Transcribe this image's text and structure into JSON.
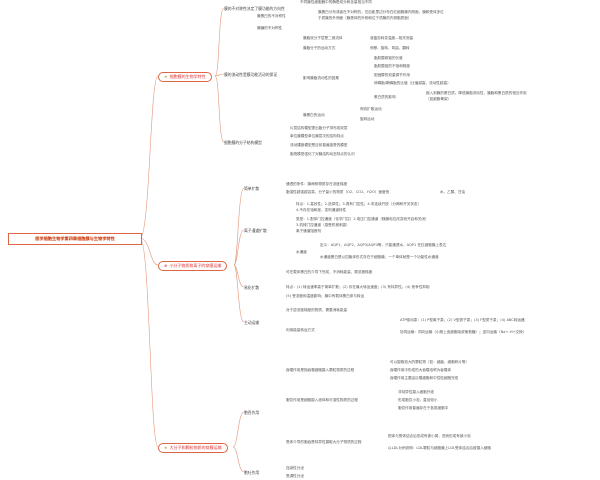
{
  "main_title": "医学细胞生物学第四章细胞膜与生物学特性",
  "categories": [
    {
      "marker": "star",
      "label": "细胞膜的生物学特性"
    },
    {
      "marker": "circle",
      "label": "小分子物质和离子的穿膜运输"
    },
    {
      "marker": "star",
      "label": "大分子和颗粒物质的穿膜运输"
    }
  ],
  "c1": {
    "a_label": "膜的不对称性决定了膜功能的方向性",
    "a_top": "不同膜性细胞器中的酶是成分和含量相当不同",
    "a_sub": "膜蛋白的不对称性",
    "a_sub_items": [
      "膜蛋白分布或者在不对称的，在血影里边分布在红细胞膜内侧面，膜和受体多位",
      "于质膜的外侧面（膜受体的外侧和位于质膜的内侧胞质面）"
    ],
    "a_last": "膜糖的不对称性",
    "b_label": "膜的流动性是膜功能活动的保证",
    "b_items": [
      "膜脂双分子层是二维流体",
      "膜脂分子的运动方式"
    ],
    "b_items_r": [
      "液晶态转变温度—相关测量",
      "侧移、旋转、弯曲、翻转"
    ],
    "b_factor": "影响膜脂流动性的因素",
    "b_factor_items": [
      "脂肪酸碳链的长度",
      "脂肪酸链的不饱和程度",
      "胆固醇的双重调节作用",
      "卵磷脂/鞘磷脂的比值（比值越高，流动性越高）"
    ],
    "b_protein": "膜蛋白的运动",
    "b_protein_items": [
      "侧向扩散运动",
      "旋转运动"
    ],
    "b_protein_note": "蛋白质的影响",
    "b_protein_note_txt": [
      "嵌入到膜的蛋白质，降低膜脂流动性，膜脂和蛋白质的相互作用",
      "（如细胞骨架）"
    ],
    "c_label": "细胞膜的分子结构模型",
    "c_items": [
      "片层结构模型提出脂分子排布成双层",
      "单位膜模型单位膜层次的结构特点",
      "流动镶嵌模型是目前普遍接受的模型",
      "脂筏模型强化了对膜结构动态特点的认识"
    ]
  },
  "c2": {
    "sd_label": "简单扩散",
    "sd_items": [
      "通透的条件：膜两侧物质存在浓度梯度",
      "脂溶性越强越容易，分子量小的物质（O2、CO2、H2O）速度快"
    ],
    "sd_right": "水、乙醇、甘油",
    "ch_label": "离子通道扩散",
    "ch_items": [
      "特点：1.高效性；2.选择性；3.具有门控性；4.非连续开放（分两种开关状态）",
      "4.不存在饱和度，变构通道特性"
    ],
    "ch_types": [
      "类型：1.配体门控通道（化学门控）2.电压门控通道（随膜电位改变而开启和关闭）",
      "3.机械门控通道（感受机械刺激）",
      "离子通道阻断剂"
    ],
    "water": "水通道",
    "water_items": [
      "定义：AQP1、AQP2、AQP3/AQP4等，只能通透水，AQP1 在红细胞膜上表达",
      "水通道蛋白是以四聚体形式存在于细胞膜，一个单体就是一个功能性水通道"
    ],
    "fd_label": "易化扩散",
    "fd_items": [
      "可在载体蛋白的介导下完成，不消耗能量，顺浓度梯度",
      "特点：(1) 转运速率高于简单扩散；(2) 存在最大转运速度；(3) 有特异性；(4) 竞争性抑制",
      "(5) 受浓度和温度影响；膜中有载体蛋白参与转运"
    ],
    "at_label": "主动运输",
    "at_items": [
      "对于逆浓度梯度的物质，需要消耗能量",
      "利用能量转运方式"
    ],
    "at_sub": [
      "ATP驱动泵：(1) P型离子泵；(2) V型质子泵；(3) F型质子泵；(4) ABC转运器",
      "协同运输：同向运输（小肠上皮细胞吸收葡萄糖）；逆向运输（Na+-H+交换）"
    ]
  },
  "c3": {
    "en_label": "胞吞作用",
    "en_a": "吞噬作用是指吞噬细胞摄入颗粒物质的过程",
    "en_a_items": [
      "可以摄取较大的颗粒物（如：细菌、细胞碎片等）",
      "吞噬作用中形成的大吞噬泡称为吞噬体",
      "吞噬作用主要由巨噬细胞和中性粒细胞完成"
    ],
    "en_b": "胞饮作用是细胞摄入液体和可溶性物质的过程",
    "en_b_items": [
      "非特异性摄入细胞外液",
      "形成胞饮小泡，直径较小",
      "胞饮作用普遍存在于各类细胞中"
    ],
    "en_c": "受体介导的胞吞是特异性摄取大分子物质的过程",
    "en_c_items": [
      "配体与受体结合后形成有被小窝，进而形成有被小泡",
      "以LDL为例说明：LDL颗粒与细胞膜上LDL受体结合后被摄入细胞"
    ],
    "ex_label": "胞吐作用",
    "ex_items": [
      "连续性分泌",
      "受调性分泌"
    ]
  }
}
